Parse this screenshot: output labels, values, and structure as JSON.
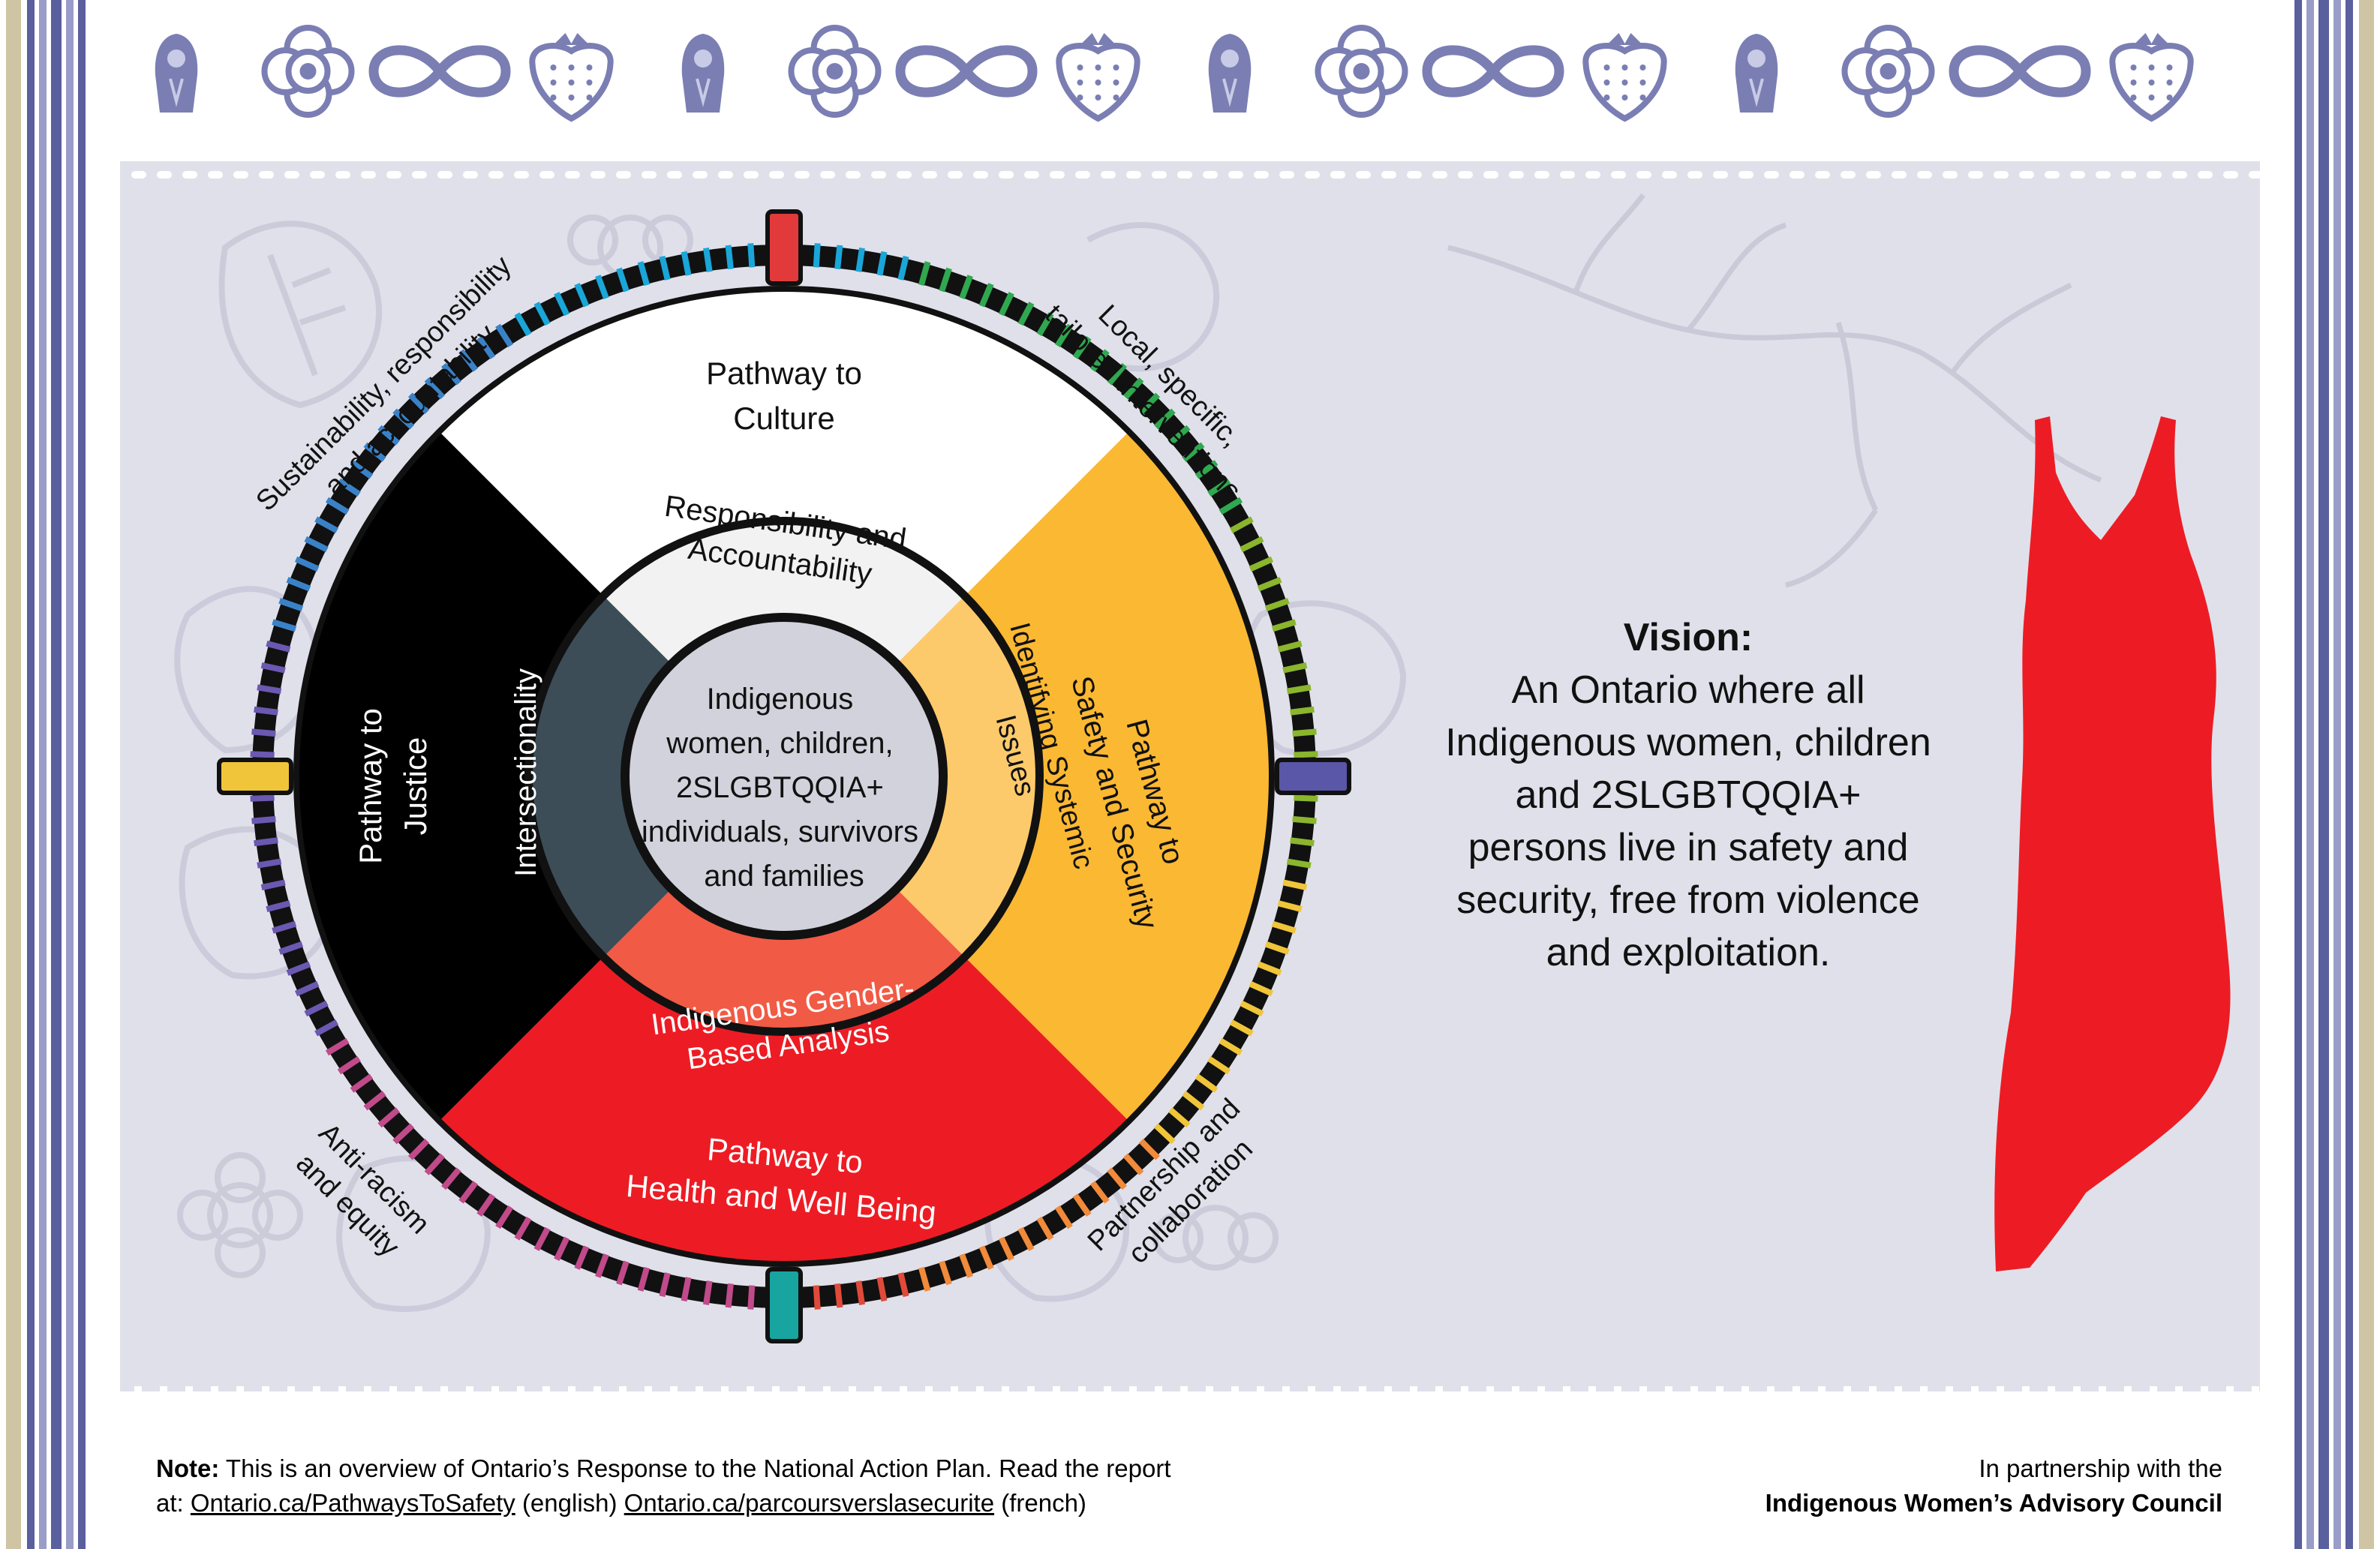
{
  "diagram": {
    "center_text": [
      "Indigenous",
      "women, children,",
      "2SLGBTQQIA+",
      "individuals, survivors",
      "and families"
    ],
    "inner_ring": {
      "top": [
        "Responsibility and",
        "Accountability"
      ],
      "left": "Intersectionality",
      "right": [
        "Identifying Systemic",
        "Issues"
      ],
      "bottom": [
        "Indigenous Gender-",
        "Based Analysis"
      ]
    },
    "outer_ring": {
      "top": [
        "Pathway to",
        "Culture"
      ],
      "left": [
        "Pathway to",
        "Justice"
      ],
      "right": [
        "Pathway to",
        "Safety and Security"
      ],
      "bottom": [
        "Pathway to",
        "Health and Well Being"
      ]
    },
    "principles": {
      "top_left": [
        "Sustainability, responsibility",
        "and accountability"
      ],
      "top_right": [
        "Local, specific,",
        "tailored interventions"
      ],
      "bottom_left": [
        "Anti-racism",
        "and equity"
      ],
      "bottom_right": [
        "Partnership and",
        "collaboration"
      ]
    },
    "colors": {
      "culture": "#ffffff",
      "justice": "#000000",
      "safety": "#fbb832",
      "health": "#ed1c24",
      "responsibility": "#f2f2f2",
      "intersectionality": "#3d4d57",
      "systemic": "#fdca6b",
      "gender": "#f15a45",
      "center": "#d2d2dc",
      "background": "#e0e0ea",
      "motif": "#7a7eb3",
      "red_dress": "#ed1c24"
    }
  },
  "vision": {
    "title": "Vision:",
    "lines": [
      "An Ontario where all",
      "Indigenous women, children",
      "and 2SLGBTQQIA+",
      "persons live in safety and",
      "security, free from violence",
      "and exploitation."
    ]
  },
  "footer": {
    "note_label": "Note:",
    "note_text_1": "This is an overview of Ontario’s Response to the National Action Plan. Read the report",
    "note_at": "at:",
    "link_en": "Ontario.ca/PathwaysToSafety",
    "link_en_suffix": "(english)",
    "link_fr": "Ontario.ca/parcoursverslasecurite",
    "link_fr_suffix": "(french)",
    "partner_line": "In partnership with the",
    "partner_name": "Indigenous Women’s Advisory Council"
  },
  "icons": [
    "figure-icon",
    "flower-icon",
    "infinity-icon",
    "strawberry-icon"
  ]
}
